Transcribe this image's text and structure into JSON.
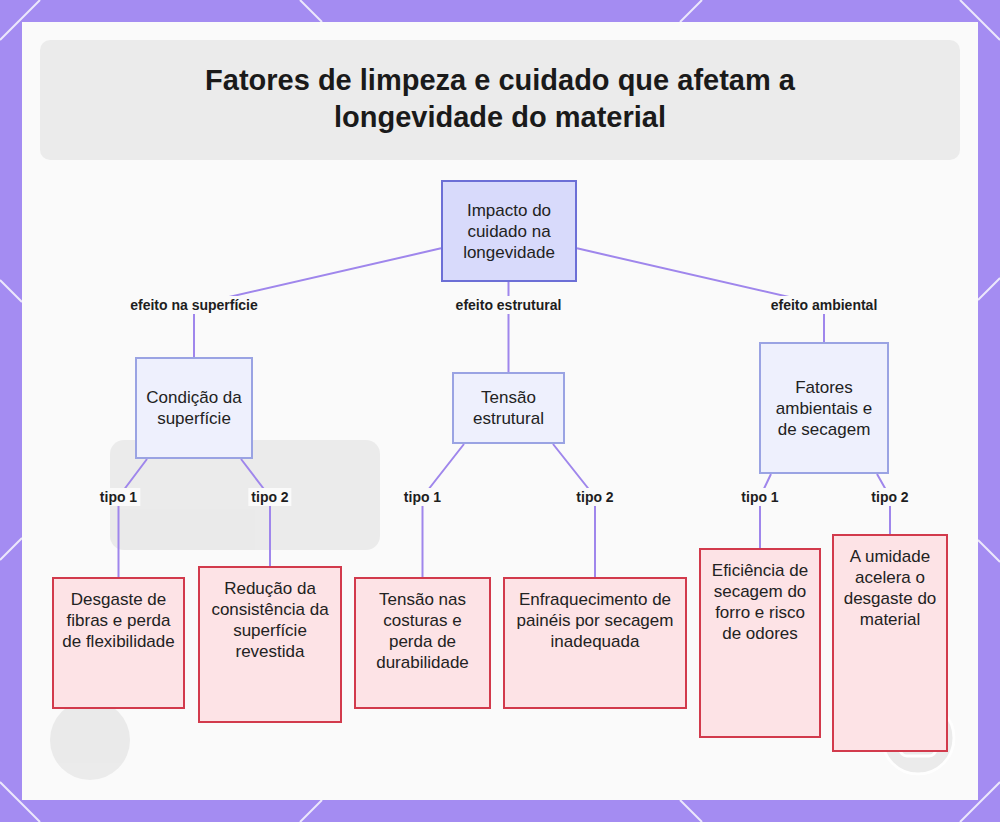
{
  "diagram": {
    "title": "Fatores de limpeza e cuidado que afetam a longevidade do material",
    "nodes": [
      {
        "text": [
          "Impacto do cuidado na longevidade"
        ]
      },
      {
        "text": [
          "Condição da superfície"
        ]
      },
      {
        "text": [
          "Tensão estrutural"
        ]
      },
      {
        "text": [
          "Fatores ambientais e de secagem"
        ]
      },
      {
        "text": [
          "Desgaste de fibras e perda de flexibilidade"
        ]
      },
      {
        "text": [
          "Redução da consistência da superfície revestida"
        ]
      },
      {
        "text": [
          "Tensão nas costuras e perda de durabilidade"
        ]
      },
      {
        "text": [
          "Enfraquecimento de painéis por secagem inadequada"
        ]
      },
      {
        "text": [
          "Eficiência de secagem do forro e risco de odores"
        ]
      },
      {
        "text": [
          "A umidade acelera o desgaste do material"
        ]
      }
    ],
    "edges": [
      {
        "from": 0,
        "to": 1,
        "label": "efeito na superfície",
        "arrow": "none"
      },
      {
        "from": 0,
        "to": 2,
        "label": "efeito estrutural",
        "arrow": "none"
      },
      {
        "from": 0,
        "to": 3,
        "label": "efeito ambiental",
        "arrow": "none"
      },
      {
        "from": 1,
        "to": 4,
        "label": "tipo 1",
        "arrow": "none"
      },
      {
        "from": 1,
        "to": 5,
        "label": "tipo 2",
        "arrow": "none"
      },
      {
        "from": 2,
        "to": 6,
        "label": "tipo 1",
        "arrow": "none"
      },
      {
        "from": 2,
        "to": 7,
        "label": "tipo 2",
        "arrow": "none"
      },
      {
        "from": 3,
        "to": 8,
        "label": "tipo 1",
        "arrow": "none"
      },
      {
        "from": 3,
        "to": 9,
        "label": "tipo 2",
        "arrow": "none"
      }
    ]
  }
}
